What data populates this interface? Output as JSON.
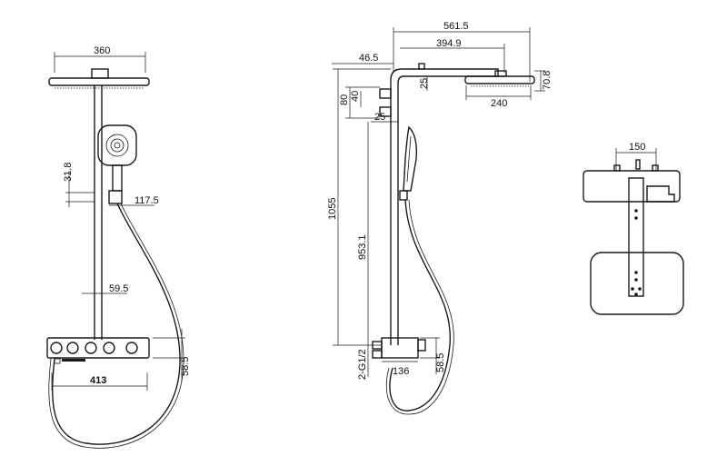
{
  "front_view": {
    "head_width": "360",
    "arm_height": "31.8",
    "holder_offset": "117.5",
    "pipe_offset": "59.5",
    "panel_width": "413",
    "panel_height": "58.5"
  },
  "side_view": {
    "total_reach": "561.5",
    "head_reach": "394.9",
    "pipe_setback": "46.5",
    "head_thickness": "70.8",
    "arm_thickness": "25",
    "head_diameter": "240",
    "connector_80": "80",
    "connector_40": "40",
    "pipe_diameter": "25",
    "total_height": "1055",
    "pipe_height": "953.1",
    "thread_size": "2-G1/2",
    "bracket_depth": "136",
    "valve_height": "58.5"
  },
  "top_view": {
    "inlet_spacing": "150"
  }
}
